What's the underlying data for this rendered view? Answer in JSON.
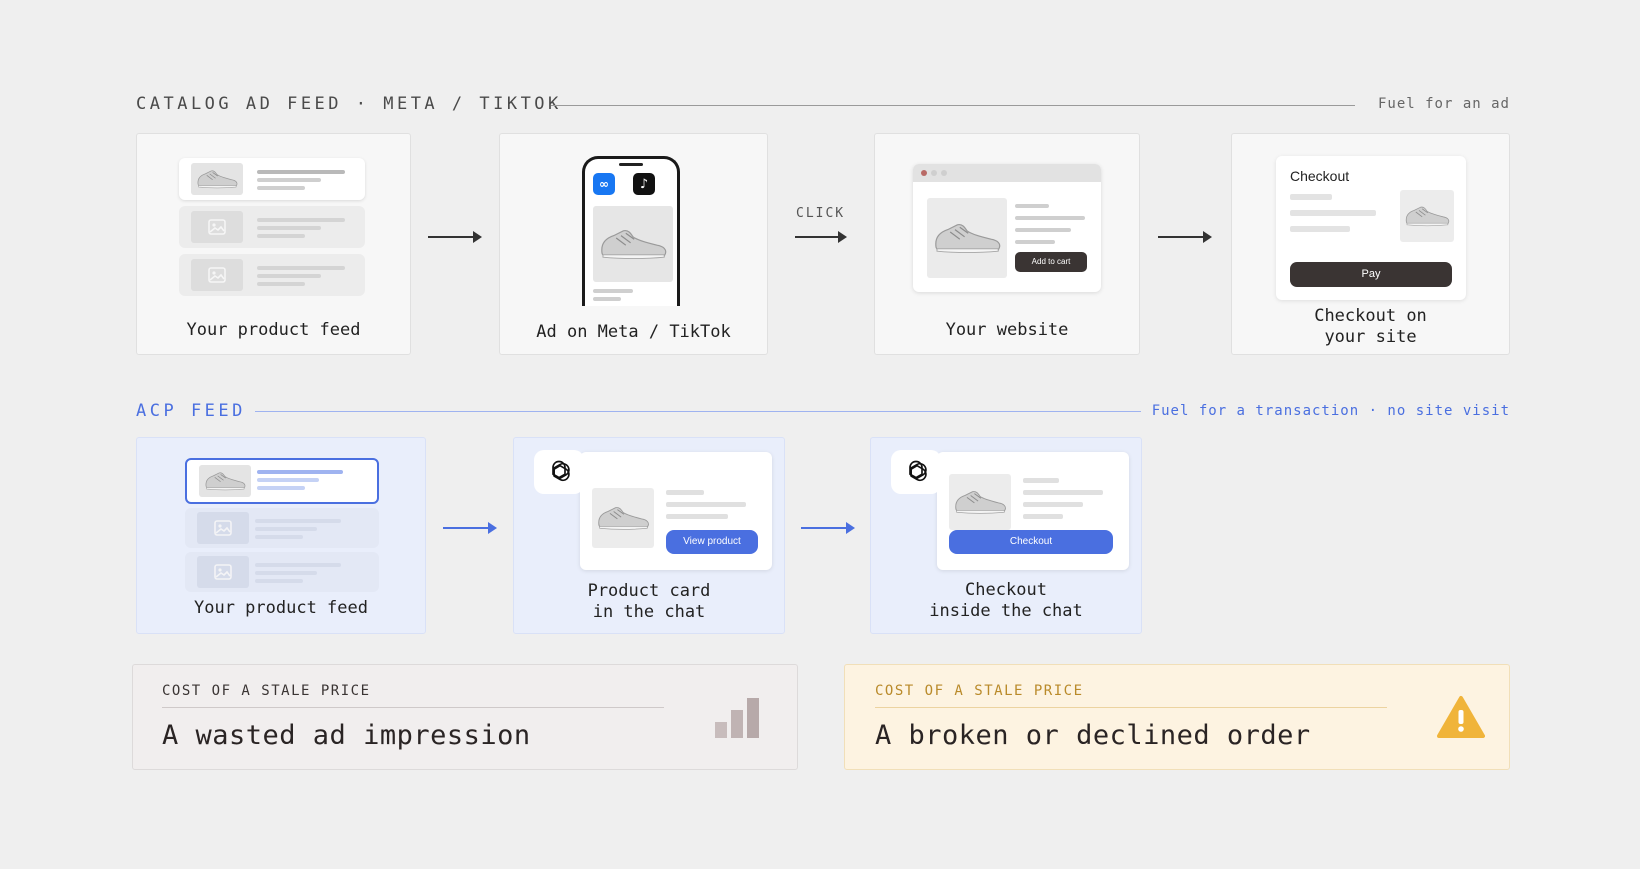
{
  "catalog": {
    "title": "CATALOG AD FEED · META / TIKTOK",
    "note": "Fuel for an ad",
    "steps": [
      {
        "caption": "Your product feed"
      },
      {
        "caption": "Ad on Meta / TikTok"
      },
      {
        "caption": "Your website",
        "button": "Add to cart"
      },
      {
        "caption_l1": "Checkout on",
        "caption_l2": "your site",
        "panel_title": "Checkout",
        "button": "Pay"
      }
    ],
    "click_label": "CLICK"
  },
  "acp": {
    "title": "ACP FEED",
    "note": "Fuel for a transaction · no site visit",
    "steps": [
      {
        "caption": "Your product feed"
      },
      {
        "caption_l1": "Product card",
        "caption_l2": "in the chat",
        "button": "View product"
      },
      {
        "caption_l1": "Checkout",
        "caption_l2": "inside the chat",
        "button": "Checkout"
      }
    ]
  },
  "costs": [
    {
      "label": "COST OF A STALE PRICE",
      "text": "A wasted ad impression",
      "icon": "bar-chart-icon",
      "color": "#3a3433"
    },
    {
      "label": "COST OF A STALE PRICE",
      "text": "A broken or declined order",
      "icon": "warning-icon",
      "color": "#f0b43a"
    }
  ],
  "colors": {
    "accent": "#4a6fe0",
    "warning": "#f0b43a",
    "background": "#efefef"
  }
}
